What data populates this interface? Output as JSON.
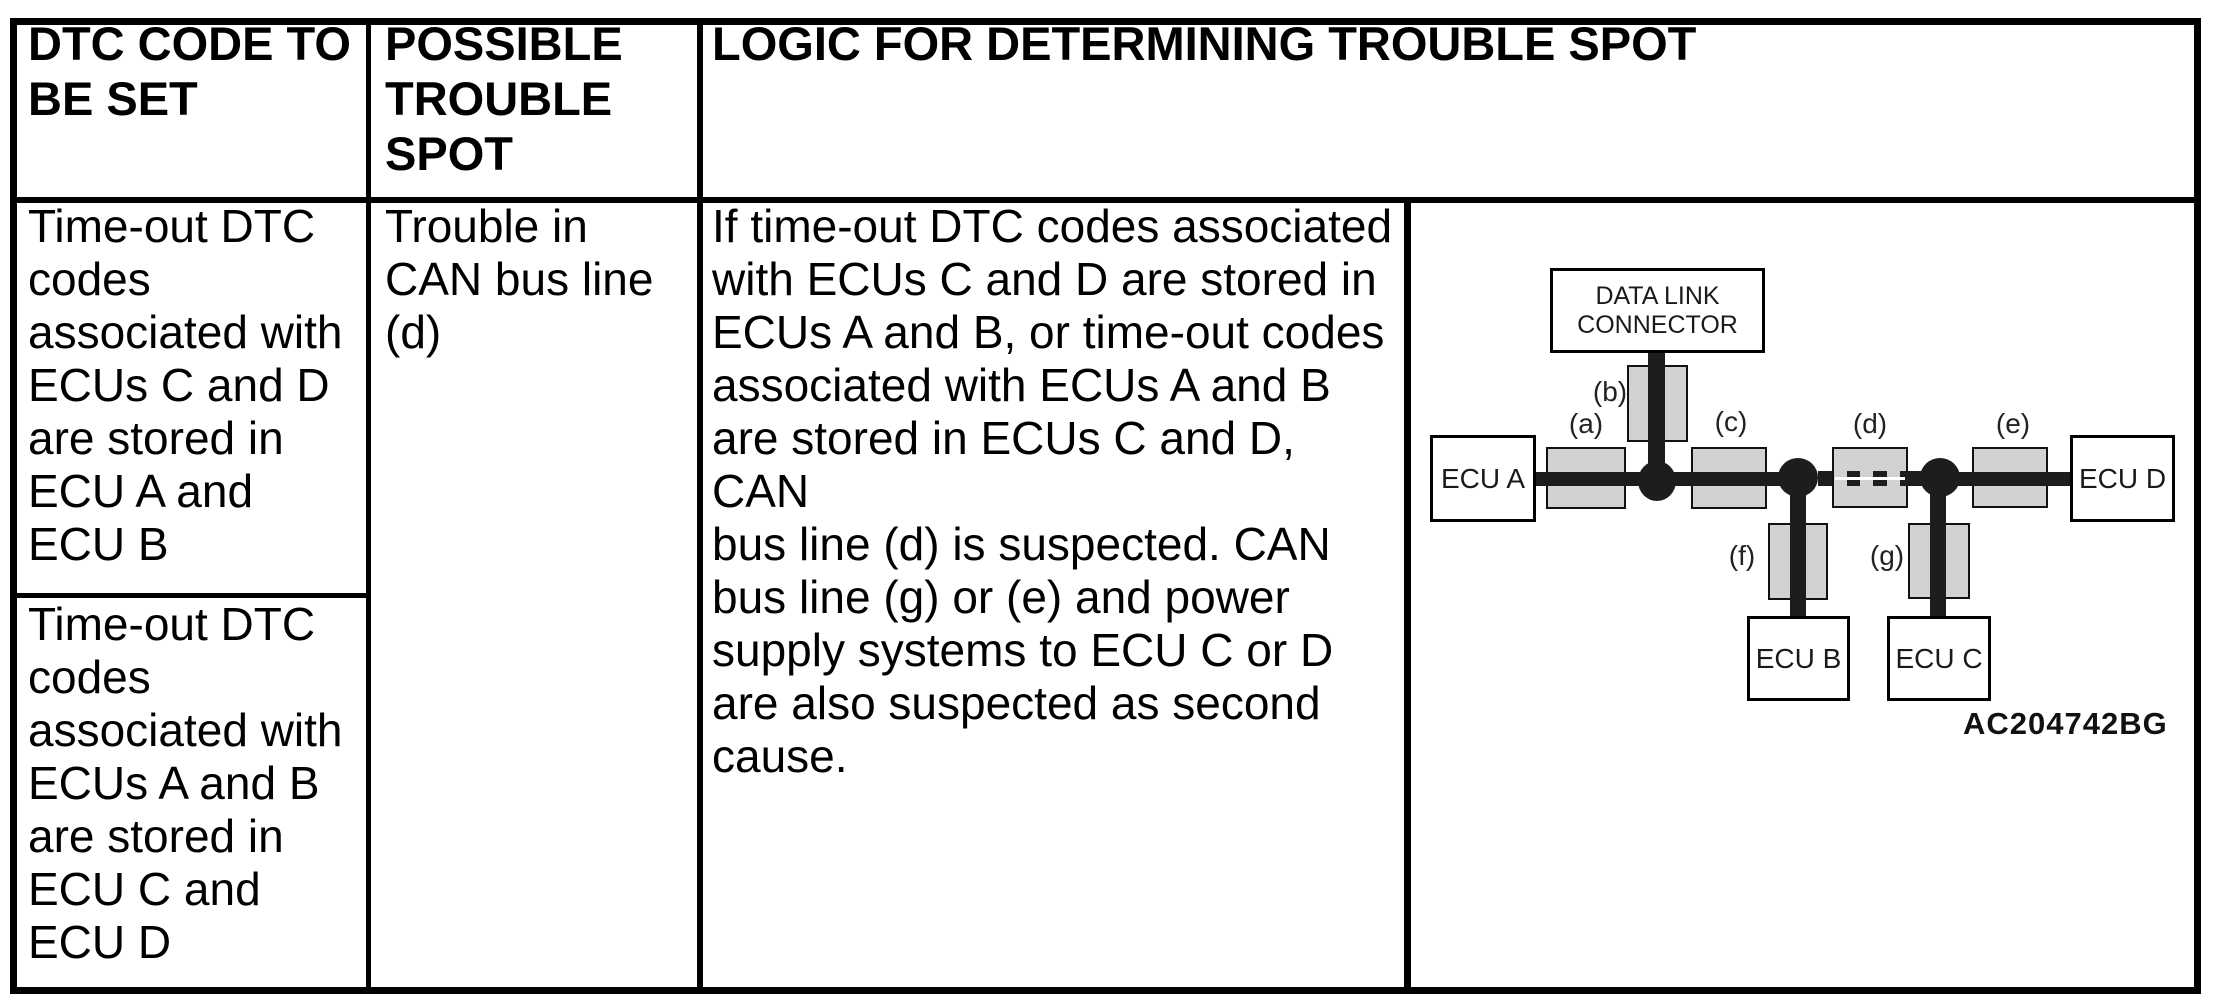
{
  "table": {
    "headers": [
      "DTC CODE TO\nBE SET",
      "POSSIBLE\nTROUBLE\nSPOT",
      "LOGIC FOR DETERMINING TROUBLE SPOT"
    ],
    "body": {
      "dtc_set_1": "Time-out DTC\ncodes\nassociated with\nECUs C and D\nare stored in\nECU A and\nECU B",
      "dtc_set_2": "Time-out DTC\ncodes\nassociated with\nECUs A and B\nare stored in\nECU C and\nECU D",
      "possible_trouble_spot": "Trouble in\nCAN bus line\n(d)",
      "logic": "If time-out DTC codes associated\nwith ECUs C and D are stored in\nECUs A and B, or time-out codes\nassociated with ECUs A and B\nare stored in ECUs C and D, CAN\nbus line (d) is suspected. CAN\nbus line (g) or (e) and power\nsupply systems to ECU C or D\nare also suspected as second\ncause."
    }
  },
  "diagram": {
    "nodes": {
      "data_link_connector": "DATA LINK\nCONNECTOR",
      "ecu_a": "ECU A",
      "ecu_b": "ECU B",
      "ecu_c": "ECU C",
      "ecu_d": "ECU D"
    },
    "segment_labels": {
      "a": "(a)",
      "b": "(b)",
      "c": "(c)",
      "d": "(d)",
      "e": "(e)",
      "f": "(f)",
      "g": "(g)"
    },
    "figure_code": "AC204742BG",
    "colors": {
      "connector_fill": "#d2d2d2",
      "bus": "#1d1d1d",
      "border": "#000000",
      "background": "#ffffff"
    }
  }
}
